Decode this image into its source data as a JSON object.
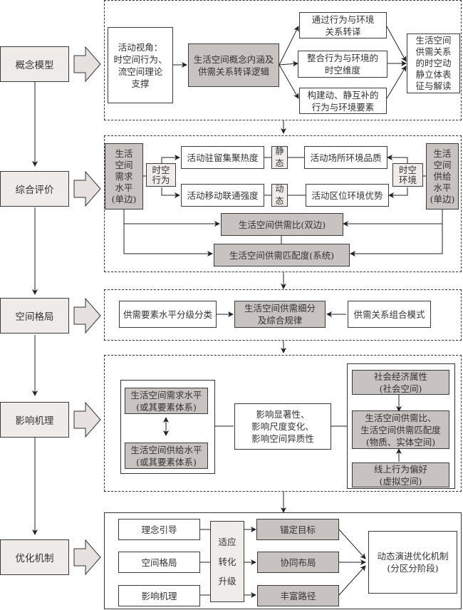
{
  "stages": [
    {
      "label": "概念模型"
    },
    {
      "label": "综合评价"
    },
    {
      "label": "空间格局"
    },
    {
      "label": "影响机理"
    },
    {
      "label": "优化机制"
    }
  ],
  "concept": {
    "activity_view": "活动视角：\n时空间行为、\n流空间理论\n支撑",
    "core_logic": "生活空间概念内涵及\n供需关系转译逻辑",
    "branches": [
      "通过行为与环境\n关系转译",
      "整合行为与环境的\n时空维度",
      "构建动、静互补的\n行为与环境要素"
    ],
    "result": "生活空间\n供需关系\n的时空动\n静立体表\n征与解读"
  },
  "evaluation": {
    "demand_level": "生活\n空间\n需求\n水平\n(单边)",
    "supply_level": "生活\n空间\n供给\n水平\n(单边)",
    "spatiotemporal_behavior": "时空\n行为",
    "spatiotemporal_environment": "时空\n环境",
    "stay_heat": "活动驻留集聚热度",
    "move_link": "活动移动联通强度",
    "static": "静态",
    "dynamic": "动态",
    "venue_quality": "活动场所环境品质",
    "location_advantage": "活动区位环境优势",
    "supply_demand_ratio": "生活空间供需比(双边)",
    "supply_demand_match": "生活空间供需匹配度(系统)"
  },
  "pattern": {
    "left": "供需要素水平分级分类",
    "center": "生活空间供需细分\n及综合规律",
    "right": "供需关系组合模式"
  },
  "mechanism": {
    "demand_level": "生活空间需求水平\n(或其要素体系)",
    "supply_level": "生活空间供给水平\n(或其要素体系)",
    "influence": "影响显著性、\n影响尺度变化、\n影响空间异质性",
    "socio_economic": "社会经济属性\n(社会空间)",
    "ratio_match": "生活空间供需比、\n生活空间供需匹配度\n(物质、实体空间)",
    "online_pref": "线上行为偏好\n(虚拟空间)"
  },
  "optimization": {
    "inputs": [
      "理念引导",
      "空间格局",
      "影响机理"
    ],
    "adapt": [
      "适应",
      "转化",
      "升级"
    ],
    "outputs": [
      "锚定目标",
      "协同布局",
      "丰富路径"
    ],
    "result": "动态演进优化机制\n(分区分阶段)"
  }
}
